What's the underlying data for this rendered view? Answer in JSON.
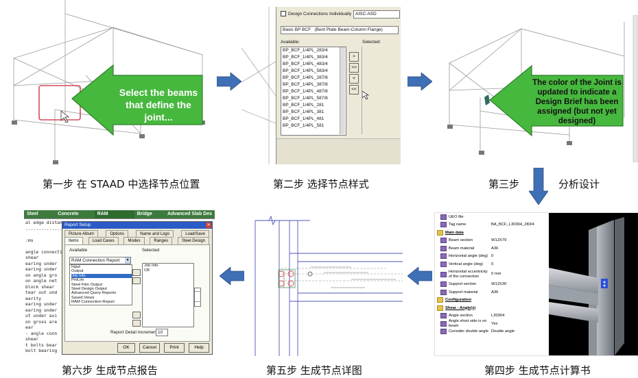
{
  "step1": {
    "caption": "第一步 在 STAAD 中选择节点位置",
    "callout": "Select the beams that define the joint..."
  },
  "step2": {
    "caption": "第二步 选择节点样式",
    "checkbox_label": "Design Connections Individually",
    "code_value": "AISC-ASD",
    "family": "Basic BP BCF",
    "family_desc": "(Bent Plate Beam-Column Flange)",
    "available_label": "Available:",
    "selected_label": "Selected:",
    "items": [
      "BP_BCF_1/4PL_283/4",
      "BP_BCF_1/4PL_383/4",
      "BP_BCF_1/4PL_483/4",
      "BP_BCF_1/4PL_583/4",
      "BP_BCF_1/4PL_287/8",
      "BP_BCF_1/4PL_387/8",
      "BP_BCF_1/4PL_487/8",
      "BP_BCF_1/4PL_587/8",
      "BP_BCF_1/4PL_281",
      "BP_BCF_1/4PL_381",
      "BP_BCF_1/4PL_481",
      "BP_BCF_1/4PL_581"
    ],
    "btn_add": ">",
    "btn_add_all": ">>",
    "btn_remove": "<",
    "btn_remove_all": "<<"
  },
  "step3": {
    "caption": "第三步",
    "caption2": "分析设计",
    "callout": "The color of the Joint is updated to indicate a Design Brief has been assigned (but not yet designed)"
  },
  "step4": {
    "caption": "第四步 生成节点计算书",
    "rows": [
      {
        "k": "UEO file",
        "v": ""
      },
      {
        "k": "Tag name",
        "v": "BA_BCF_L30304_283/4"
      },
      {
        "k": "Main data",
        "v": "",
        "h": true
      },
      {
        "k": "Beam section",
        "v": "W12X79"
      },
      {
        "k": "Beam material",
        "v": "A36"
      },
      {
        "k": "Horizontal angle (deg)",
        "v": "0"
      },
      {
        "k": "Vertical angle (deg)",
        "v": "0"
      },
      {
        "k": "Horizontal eccentricity of the connection",
        "v": "0  mm"
      },
      {
        "k": "Support section",
        "v": "W12X30"
      },
      {
        "k": "Support material",
        "v": "A36"
      },
      {
        "k": "Configuration",
        "v": "",
        "h": true
      },
      {
        "k": "Shear - Angle(s)",
        "v": "",
        "h": true
      },
      {
        "k": "Angle section",
        "v": "L30304"
      },
      {
        "k": "Angle short side is on beam",
        "v": "Yes"
      },
      {
        "k": "Consider double angle",
        "v": "Double angle"
      }
    ]
  },
  "step5": {
    "caption": "第五步 生成节点详图"
  },
  "step6": {
    "caption": "第六步 生成节点报告",
    "ribbon": [
      "Steel Design",
      "Concrete Design",
      "RAM Connection",
      "Bridge Deck",
      "Advanced Slab Des"
    ],
    "dialog_title": "Report Setup",
    "tabs_row1": [
      "Picture Album",
      "Options",
      "Name and Logo",
      "Load/Save"
    ],
    "tabs_row2": [
      "Items",
      "Load Cases",
      "Modes",
      "Ranges",
      "Steel Design"
    ],
    "available_label": "Available",
    "selected_label": "Selected",
    "combo_value": "RAM Connection Report",
    "options": [
      "Input",
      "Output",
      "Job Info",
      "PreLim",
      "Steel Fitm Output",
      "Steel Design Output",
      "Advanced Query Reports",
      "Saved Views",
      "RAM Connection Report"
    ],
    "selected_header": "Job Info",
    "selected_item": "CB",
    "increments_label": "Report Detail Increments",
    "increments_value": "10",
    "btn_ok": "OK",
    "btn_cancel": "Cancel",
    "btn_print": "Print",
    "btn_help": "Help",
    "bg_lines": [
      "al edge distance on the angle  ",
      ".......................",
      "",
      ":ms",
      "",
      "angle connecti",
      "shear",
      "earing under",
      "earing under",
      "on angle gro",
      "on angle net",
      "block shear",
      "tear out und",
      "earity",
      "earing under",
      "earing under",
      "ut under axi",
      "on gross are",
      "ear",
      "- angle conn",
      "shear",
      "t bolts bear",
      "bolt bearing"
    ]
  },
  "colors": {
    "arrow_blue": "#3f6fb5",
    "callout_green": "#3fb23a",
    "panel_bg": "#ece9d8"
  }
}
